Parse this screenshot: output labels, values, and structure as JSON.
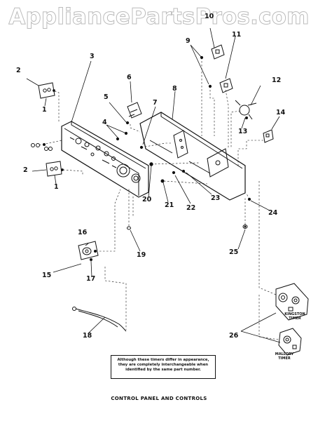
{
  "watermark": "AppliancePartsPros.com",
  "callouts": [
    "1",
    "1",
    "2",
    "2",
    "3",
    "4",
    "5",
    "6",
    "7",
    "8",
    "9",
    "10",
    "11",
    "12",
    "13",
    "14",
    "15",
    "16",
    "17",
    "18",
    "19",
    "20",
    "21",
    "22",
    "23",
    "24",
    "25",
    "26"
  ],
  "timer_labels": {
    "kingston": [
      "KINGSTON",
      "TIMER"
    ],
    "mallory": [
      "MALLORY",
      "TIMER"
    ]
  },
  "note_lines": [
    "Although these timers differ in appearance,",
    "they are completely interchangeable when",
    "identified by the same part number."
  ],
  "caption": "CONTROL PANEL AND CONTROLS"
}
